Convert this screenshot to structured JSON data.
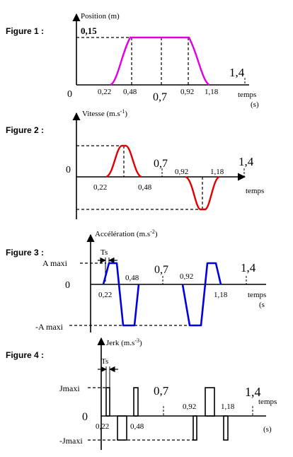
{
  "figures": [
    {
      "label": "Figure 1 :",
      "ylabel": "Position (m)",
      "ymax_label": "0,15",
      "origin": "0",
      "ticks": [
        "0,22",
        "0,48",
        "0,7",
        "0,92",
        "1,18",
        "1,4"
      ],
      "xlabel": "temps",
      "unit": "(s)",
      "color": "#e000e0"
    },
    {
      "label": "Figure 2 :",
      "ylabel": "Vitesse (m.s",
      "ylabel_exp": "-1",
      "ylabel_close": ")",
      "origin": "0",
      "ticks": [
        "0,22",
        "0,48",
        "0,7",
        "0,92",
        "1,18",
        "1,4"
      ],
      "xlabel": "temps",
      "color": "#e00000"
    },
    {
      "label": "Figure 3 :",
      "ylabel": "Accélération (m.s",
      "ylabel_exp": "-2",
      "ylabel_close": ")",
      "ts": "Ts",
      "amax": "A maxi",
      "amin": "-A maxi",
      "origin": "0",
      "ticks": [
        "0,22",
        "0,48",
        "0,7",
        "0,92",
        "1,18",
        "1,4"
      ],
      "xlabel": "temps",
      "unit": "(s",
      "color": "#0000e0"
    },
    {
      "label": "Figure 4 :",
      "ylabel": "Jerk (m.s",
      "ylabel_exp": "-3",
      "ylabel_close": ")",
      "ts": "Ts",
      "jmax": "Jmaxi",
      "jmin": "-Jmaxi",
      "origin": "0",
      "ticks": [
        "0,22",
        "0,48",
        "0,7",
        "0,92",
        "1,18",
        "1,4"
      ],
      "xlabel": "temps",
      "unit": "(s)",
      "color": "#000000"
    }
  ]
}
